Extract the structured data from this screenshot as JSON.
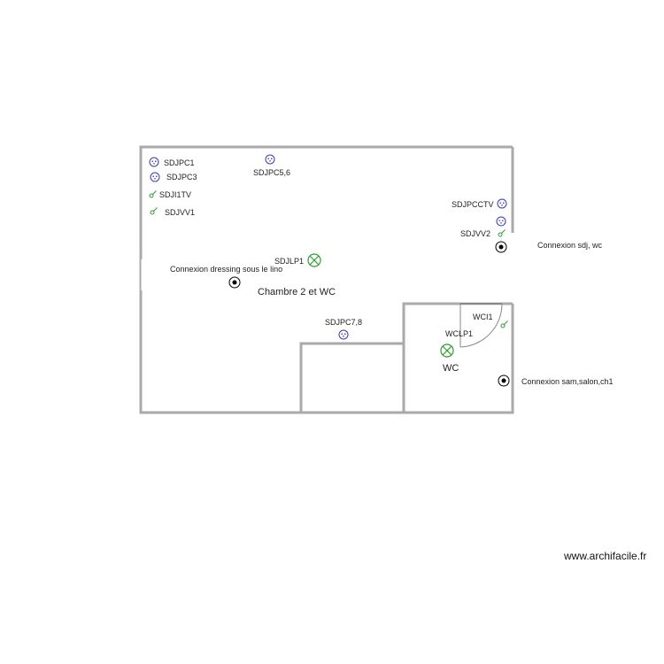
{
  "rooms": {
    "main": "Chambre 2 et WC",
    "wc": "WC"
  },
  "sockets": {
    "sdjpc1": "SDJPC1",
    "sdjpc3": "SDJPC3",
    "sdjpc56": "SDJPC5,6",
    "sdjpcctv": "SDJPCCTV",
    "sdjpc78": "SDJPC7,8"
  },
  "switches": {
    "sdji1tv": "SDJI1TV",
    "sdjvv1": "SDJVV1",
    "sdjvv2": "SDJVV2",
    "wci1": "WCI1"
  },
  "lights": {
    "sdjlp1": "SDJLP1",
    "wclp1": "WCLP1"
  },
  "connections": {
    "dressing": "Connexion dressing sous le lino",
    "sdj_wc": "Connexion sdj, wc",
    "sam_salon": "Connexion sam,salon,ch1"
  },
  "footer": {
    "brand": "www.archifacile.fr"
  },
  "colors": {
    "socket": "#3b3bb5",
    "switch": "#2e9d2e",
    "light": "#2e9d2e",
    "wall": "#aaaaaa",
    "connection": "#000000"
  },
  "icons": {
    "socket": "socket-icon",
    "switch": "switch-icon",
    "light": "light-icon",
    "connection": "connection-point-icon"
  }
}
